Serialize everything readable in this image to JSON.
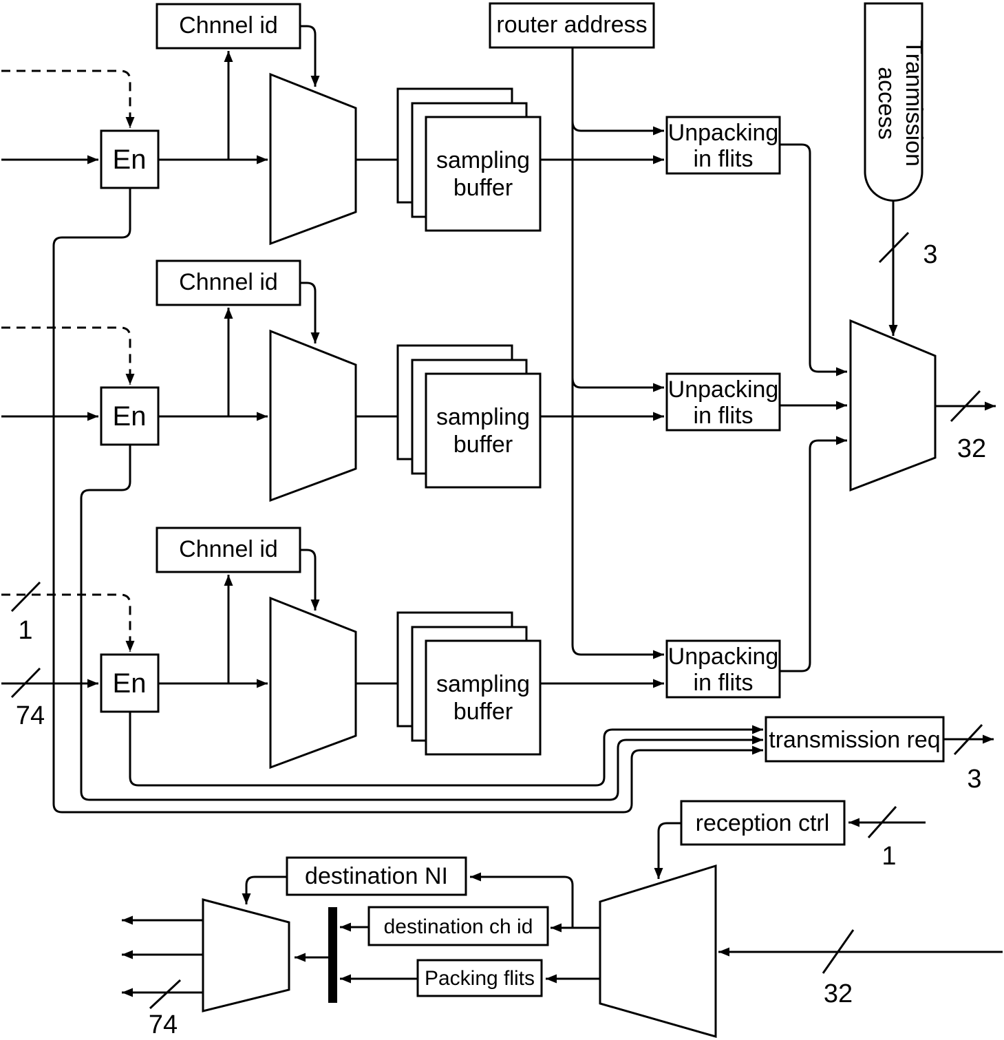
{
  "figure": {
    "kind": "network-interface block diagram",
    "channels": [
      {
        "enable_label": "En",
        "channel_id_label": "Chnnel id",
        "sampling_buffer_label": [
          "sampling",
          "buffer"
        ],
        "unpacking_label": [
          "Unpacking",
          "in flits"
        ]
      },
      {
        "enable_label": "En",
        "channel_id_label": "Chnnel id",
        "sampling_buffer_label": [
          "sampling",
          "buffer"
        ],
        "unpacking_label": [
          "Unpacking",
          "in flits"
        ]
      },
      {
        "enable_label": "En",
        "channel_id_label": "Chnnel id",
        "sampling_buffer_label": [
          "sampling",
          "buffer"
        ],
        "unpacking_label": [
          "Unpacking",
          "in flits"
        ]
      }
    ],
    "router_address_label": "router address",
    "transmission_access_label": [
      "Tranmission",
      "access"
    ],
    "transmission_req_label": "transmission req",
    "reception_ctrl_label": "reception ctrl",
    "destination_ni_label": "destination NI",
    "destination_ch_id_label": "destination ch id",
    "packing_flits_label": "Packing flits",
    "bus_widths": {
      "channel_enable": "1",
      "channel_data": "74",
      "transmission_access": "3",
      "transmission_data_out": "32",
      "transmission_req_out": "3",
      "reception_ctrl_in": "1",
      "reception_data_in": "32",
      "reception_data_out": "74"
    },
    "colors": {
      "line": "#000000",
      "fill": "#ffffff",
      "background": "#ffffff"
    }
  }
}
